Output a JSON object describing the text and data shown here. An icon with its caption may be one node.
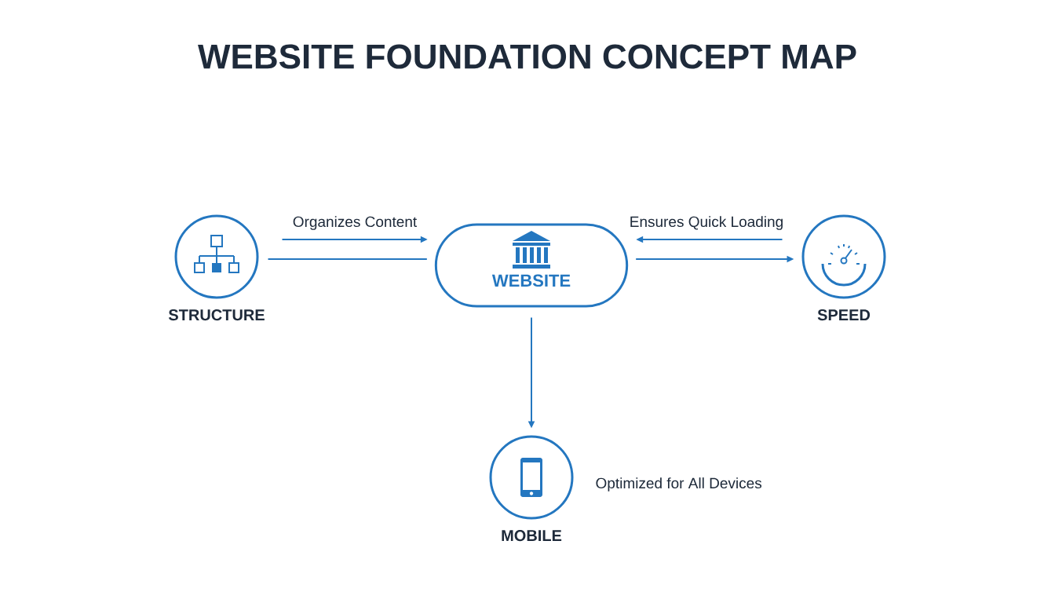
{
  "diagram": {
    "title": "WEBSITE FOUNDATION CONCEPT MAP",
    "nodes": [
      {
        "text": [
          "STRUCTURE"
        ]
      },
      {
        "text": [
          "WEBSITE"
        ]
      },
      {
        "text": [
          "SPEED"
        ]
      },
      {
        "text": [
          "MOBILE"
        ],
        "beside": [
          "Optimized for All Devices"
        ]
      }
    ],
    "edges": [
      {
        "from": 0,
        "to": 1,
        "arrow": "to",
        "label": "Organizes Content"
      },
      {
        "from": 0,
        "to": 1,
        "arrow": "none"
      },
      {
        "from": 2,
        "to": 1,
        "arrow": "to",
        "label": "Ensures Quick Loading"
      },
      {
        "from": 1,
        "to": 2,
        "arrow": "to"
      },
      {
        "from": 1,
        "to": 3,
        "arrow": "to"
      }
    ]
  }
}
